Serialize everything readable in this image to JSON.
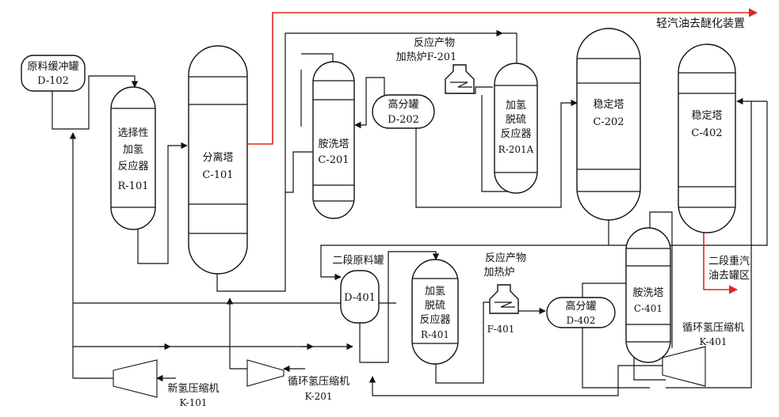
{
  "colors": {
    "line": "#111111",
    "product_line": "#e0281f",
    "background": "#ffffff"
  },
  "equipment": {
    "d102": {
      "name": "原料缓冲罐",
      "tag": "D-102"
    },
    "r101": {
      "lines": [
        "选择性",
        "加氢",
        "反应器"
      ],
      "tag": "R-101"
    },
    "c101": {
      "name": "分离塔",
      "tag": "C-101"
    },
    "c201": {
      "name": "胺洗塔",
      "tag": "C-201"
    },
    "f201": {
      "lines": [
        "反应产物",
        "加热炉F-201"
      ]
    },
    "d202": {
      "name": "高分罐",
      "tag": "D-202"
    },
    "r201a": {
      "lines": [
        "加氢",
        "脱硫",
        "反应器"
      ],
      "tag": "R-201A"
    },
    "c202": {
      "name": "稳定塔",
      "tag": "C-202"
    },
    "c402": {
      "name": "稳定塔",
      "tag": "C-402"
    },
    "d401": {
      "label": "二段原料罐",
      "tag": "D-401"
    },
    "r401": {
      "lines": [
        "加氢",
        "脱硫",
        "反应器"
      ],
      "tag": "R-401"
    },
    "f401": {
      "lines": [
        "反应产物",
        "加热炉"
      ],
      "tag": "F-401"
    },
    "d402": {
      "name": "高分罐",
      "tag": "D-402"
    },
    "c401": {
      "name": "胺洗塔",
      "tag": "C-401"
    },
    "k101": {
      "name": "新氢压缩机",
      "tag": "K-101"
    },
    "k201": {
      "name": "循环氢压缩机",
      "tag": "K-201"
    },
    "k401": {
      "name": "循环氢压缩机",
      "tag": "K-401"
    }
  },
  "products": {
    "light_gasoline": "轻汽油去醚化装置",
    "heavy_gasoline": [
      "二段重汽",
      "油去罐区"
    ]
  }
}
